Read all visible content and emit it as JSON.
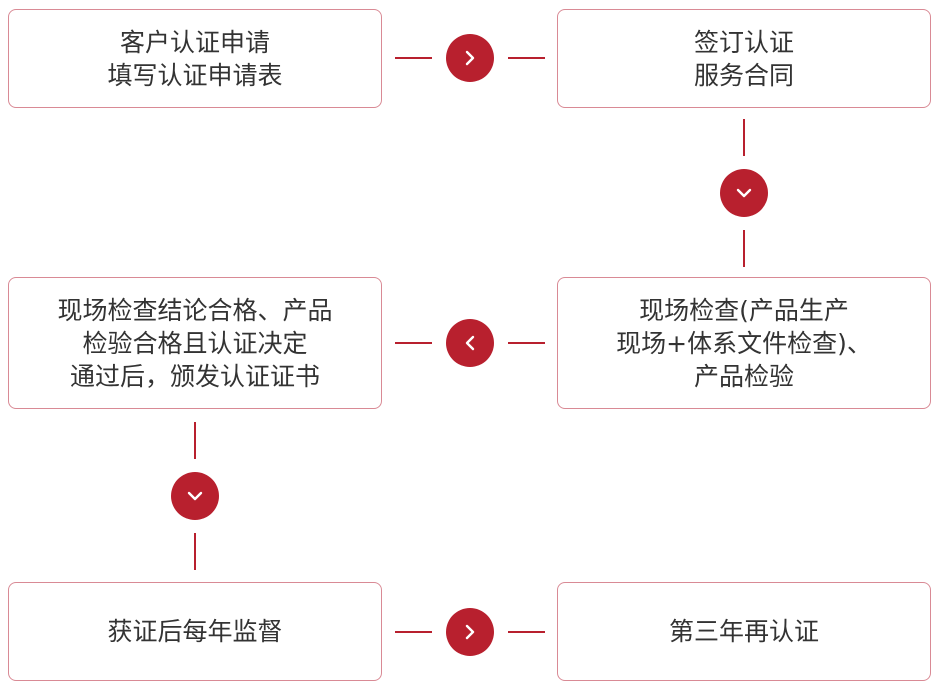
{
  "colors": {
    "accent": "#b8202e",
    "box_border": "#d98a95",
    "text": "#333333"
  },
  "steps": [
    {
      "id": "apply",
      "lines": [
        "客户认证申请",
        "填写认证申请表"
      ]
    },
    {
      "id": "contract",
      "lines": [
        "签订认证",
        "服务合同"
      ]
    },
    {
      "id": "inspect",
      "lines": [
        "现场检查(产品生产",
        "现场+体系文件检查)、",
        "产品检验"
      ]
    },
    {
      "id": "certify",
      "lines": [
        "现场检查结论合格、产品",
        "检验合格且认证决定",
        "通过后，颁发认证证书"
      ]
    },
    {
      "id": "supervise",
      "lines": [
        "获证后每年监督"
      ]
    },
    {
      "id": "recertify",
      "lines": [
        "第三年再认证"
      ]
    }
  ],
  "connectors": [
    {
      "from": "apply",
      "to": "contract",
      "icon": "chevron-right-icon"
    },
    {
      "from": "contract",
      "to": "inspect",
      "icon": "chevron-down-icon"
    },
    {
      "from": "inspect",
      "to": "certify",
      "icon": "chevron-left-icon"
    },
    {
      "from": "certify",
      "to": "supervise",
      "icon": "chevron-down-icon"
    },
    {
      "from": "supervise",
      "to": "recertify",
      "icon": "chevron-right-icon"
    }
  ]
}
